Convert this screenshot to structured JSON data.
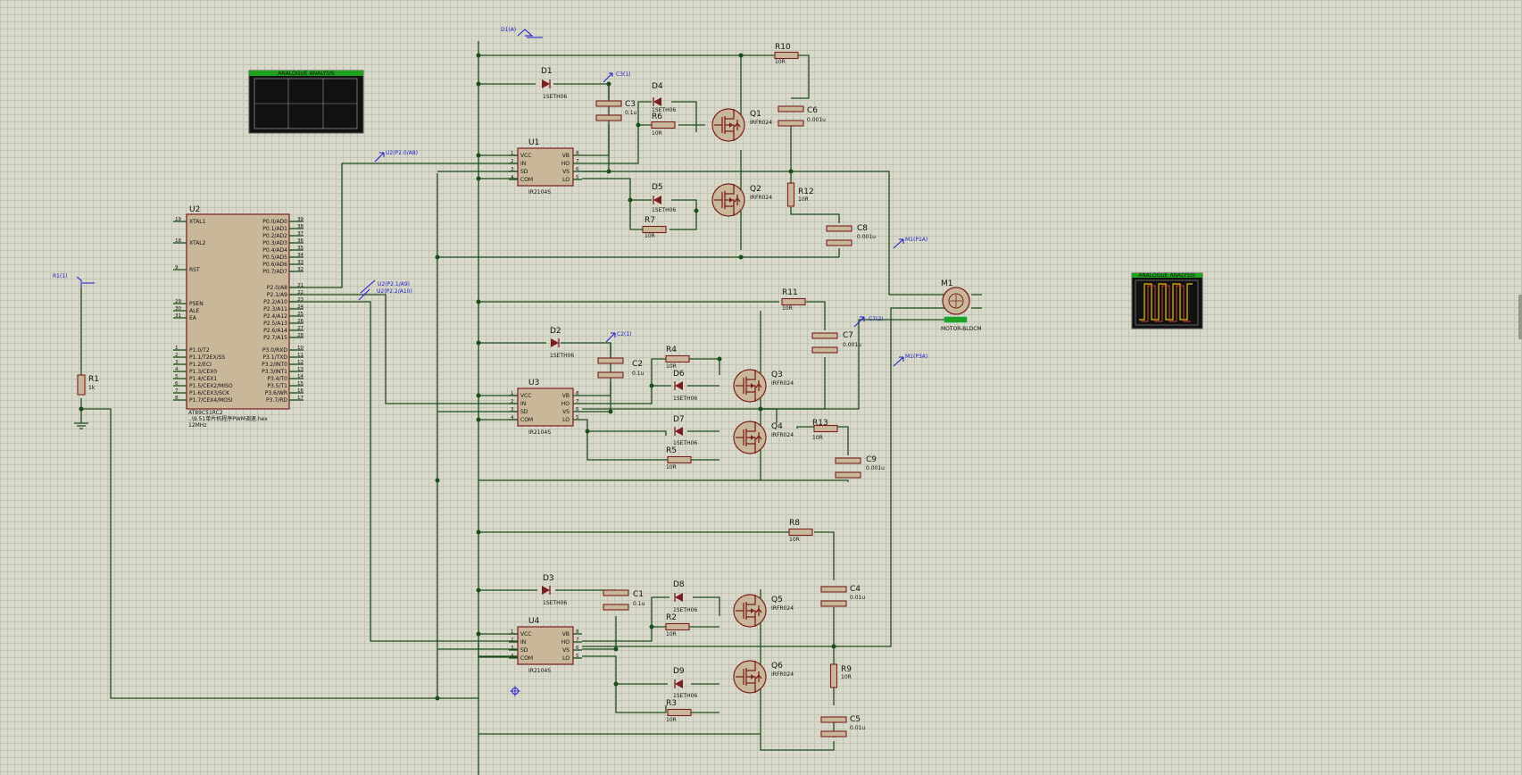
{
  "mcu": {
    "ref": "U2",
    "left_pins": [
      {
        "no": "19",
        "name": "XTAL1"
      },
      {
        "no": "18",
        "name": "XTAL2"
      },
      {
        "no": "9",
        "name": "RST"
      },
      {
        "no": "29",
        "name": "PSEN"
      },
      {
        "no": "30",
        "name": "ALE"
      },
      {
        "no": "31",
        "name": "EA"
      },
      {
        "no": "1",
        "name": "P1.0/T2"
      },
      {
        "no": "2",
        "name": "P1.1/T2EX/SS"
      },
      {
        "no": "3",
        "name": "P1.2/ECI"
      },
      {
        "no": "4",
        "name": "P1.3/CEX0"
      },
      {
        "no": "5",
        "name": "P1.4/CEX1"
      },
      {
        "no": "6",
        "name": "P1.5/CEX2/MISO"
      },
      {
        "no": "7",
        "name": "P1.6/CEX3/SCK"
      },
      {
        "no": "8",
        "name": "P1.7/CEX4/MOSI"
      }
    ],
    "right_pins": [
      {
        "no": "39",
        "name": "P0.0/AD0"
      },
      {
        "no": "38",
        "name": "P0.1/AD1"
      },
      {
        "no": "37",
        "name": "P0.2/AD2"
      },
      {
        "no": "36",
        "name": "P0.3/AD3"
      },
      {
        "no": "35",
        "name": "P0.4/AD4"
      },
      {
        "no": "34",
        "name": "P0.5/AD5"
      },
      {
        "no": "33",
        "name": "P0.6/AD6"
      },
      {
        "no": "32",
        "name": "P0.7/AD7"
      },
      {
        "no": "21",
        "name": "P2.0/A8"
      },
      {
        "no": "22",
        "name": "P2.1/A9"
      },
      {
        "no": "23",
        "name": "P2.2/A10"
      },
      {
        "no": "24",
        "name": "P2.3/A11"
      },
      {
        "no": "25",
        "name": "P2.4/A12"
      },
      {
        "no": "26",
        "name": "P2.5/A13"
      },
      {
        "no": "27",
        "name": "P2.6/A14"
      },
      {
        "no": "28",
        "name": "P2.7/A15"
      },
      {
        "no": "10",
        "name": "P3.0/RXD"
      },
      {
        "no": "11",
        "name": "P3.1/TXD"
      },
      {
        "no": "12",
        "name": "P3.2/INT0"
      },
      {
        "no": "13",
        "name": "P3.3/INT1"
      },
      {
        "no": "14",
        "name": "P3.4/T0"
      },
      {
        "no": "15",
        "name": "P3.5/T1"
      },
      {
        "no": "16",
        "name": "P3.6/WR"
      },
      {
        "no": "17",
        "name": "P3.7/RD"
      }
    ],
    "part": "AT89C51RC2",
    "program": "..\\9.51单片机程序PWM调速.hex",
    "clock": "12MHz"
  },
  "drivers": [
    {
      "ref": "U1",
      "part": "IR2104S",
      "left": [
        "VCC",
        "IN",
        "SD",
        "COM"
      ],
      "right": [
        "VB",
        "HO",
        "VS",
        "LO"
      ],
      "lno": [
        "1",
        "2",
        "3",
        "4"
      ],
      "rno": [
        "8",
        "7",
        "6",
        "5"
      ]
    },
    {
      "ref": "U3",
      "part": "IR2104S",
      "left": [
        "VCC",
        "IN",
        "SD",
        "COM"
      ],
      "right": [
        "VB",
        "HO",
        "VS",
        "LO"
      ],
      "lno": [
        "1",
        "2",
        "3",
        "4"
      ],
      "rno": [
        "8",
        "7",
        "6",
        "5"
      ]
    },
    {
      "ref": "U4",
      "part": "IR2104S",
      "left": [
        "VCC",
        "IN",
        "SD",
        "COM"
      ],
      "right": [
        "VB",
        "HO",
        "VS",
        "LO"
      ],
      "lno": [
        "1",
        "2",
        "3",
        "4"
      ],
      "rno": [
        "8",
        "7",
        "6",
        "5"
      ]
    }
  ],
  "diodes": [
    {
      "ref": "D1",
      "val": "1SETH06"
    },
    {
      "ref": "D2",
      "val": "1SETH06"
    },
    {
      "ref": "D3",
      "val": "1SETH06"
    },
    {
      "ref": "D4",
      "val": "1SETH06"
    },
    {
      "ref": "D5",
      "val": "1SETH06"
    },
    {
      "ref": "D6",
      "val": "1SETH06"
    },
    {
      "ref": "D7",
      "val": "1SETH06"
    },
    {
      "ref": "D8",
      "val": "1SETH06"
    },
    {
      "ref": "D9",
      "val": "1SETH06"
    }
  ],
  "mosfets": [
    {
      "ref": "Q1",
      "val": "IRFR024"
    },
    {
      "ref": "Q2",
      "val": "IRFR024"
    },
    {
      "ref": "Q3",
      "val": "IRFR024"
    },
    {
      "ref": "Q4",
      "val": "IRFR024"
    },
    {
      "ref": "Q5",
      "val": "IRFR024"
    },
    {
      "ref": "Q6",
      "val": "IRFR024"
    }
  ],
  "resistors": [
    {
      "ref": "R1",
      "val": "1k"
    },
    {
      "ref": "R2",
      "val": "10R"
    },
    {
      "ref": "R3",
      "val": "10R"
    },
    {
      "ref": "R4",
      "val": "10R"
    },
    {
      "ref": "R5",
      "val": "10R"
    },
    {
      "ref": "R6",
      "val": "10R"
    },
    {
      "ref": "R7",
      "val": "10R"
    },
    {
      "ref": "R8",
      "val": "10R"
    },
    {
      "ref": "R9",
      "val": "10R"
    },
    {
      "ref": "R10",
      "val": "10R"
    },
    {
      "ref": "R11",
      "val": "10R"
    },
    {
      "ref": "R12",
      "val": "10R"
    },
    {
      "ref": "R13",
      "val": "10R"
    }
  ],
  "capacitors": [
    {
      "ref": "C1",
      "val": "0.1u"
    },
    {
      "ref": "C2",
      "val": "0.1u"
    },
    {
      "ref": "C3",
      "val": "0.1u"
    },
    {
      "ref": "C4",
      "val": "0.01u"
    },
    {
      "ref": "C5",
      "val": "0.01u"
    },
    {
      "ref": "C6",
      "val": "0.001u"
    },
    {
      "ref": "C7",
      "val": "0.001u"
    },
    {
      "ref": "C8",
      "val": "0.001u"
    },
    {
      "ref": "C9",
      "val": "0.001u"
    }
  ],
  "motor": {
    "ref": "M1",
    "part": "MOTOR-BLDCM"
  },
  "analyzers": [
    {
      "title": "ANALOGUE ANALYSIS"
    },
    {
      "title": "ANALOGUE ANALYSIS"
    }
  ],
  "probes": {
    "d1a": "D1(A)",
    "c3": "C3(1)",
    "c2": "C2(1)",
    "c7": "C7(2)",
    "r1": "R1(1)",
    "u2p20": "U2(P2.0/A8)",
    "u2p21": "U2(P2.1/A9)",
    "u2p22": "U2(P2.2/A10)",
    "m1p1a": "M1(P1A)",
    "m1p3a": "M1(P3A)"
  },
  "colors": {
    "grid_bg": "#d9d9cb",
    "wire": "#1b4d1b",
    "component": "#7a1f1f",
    "probe": "#1a1acc",
    "analyzer_green": "#1fa31f"
  }
}
